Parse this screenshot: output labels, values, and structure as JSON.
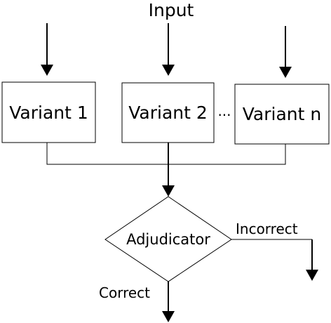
{
  "diagram": {
    "input_label": "Input",
    "variants": [
      "Variant 1",
      "Variant 2",
      "Variant n"
    ],
    "ellipsis": "...",
    "adjudicator_label": "Adjudicator",
    "incorrect_label": "Incorrect",
    "correct_label": "Correct"
  }
}
